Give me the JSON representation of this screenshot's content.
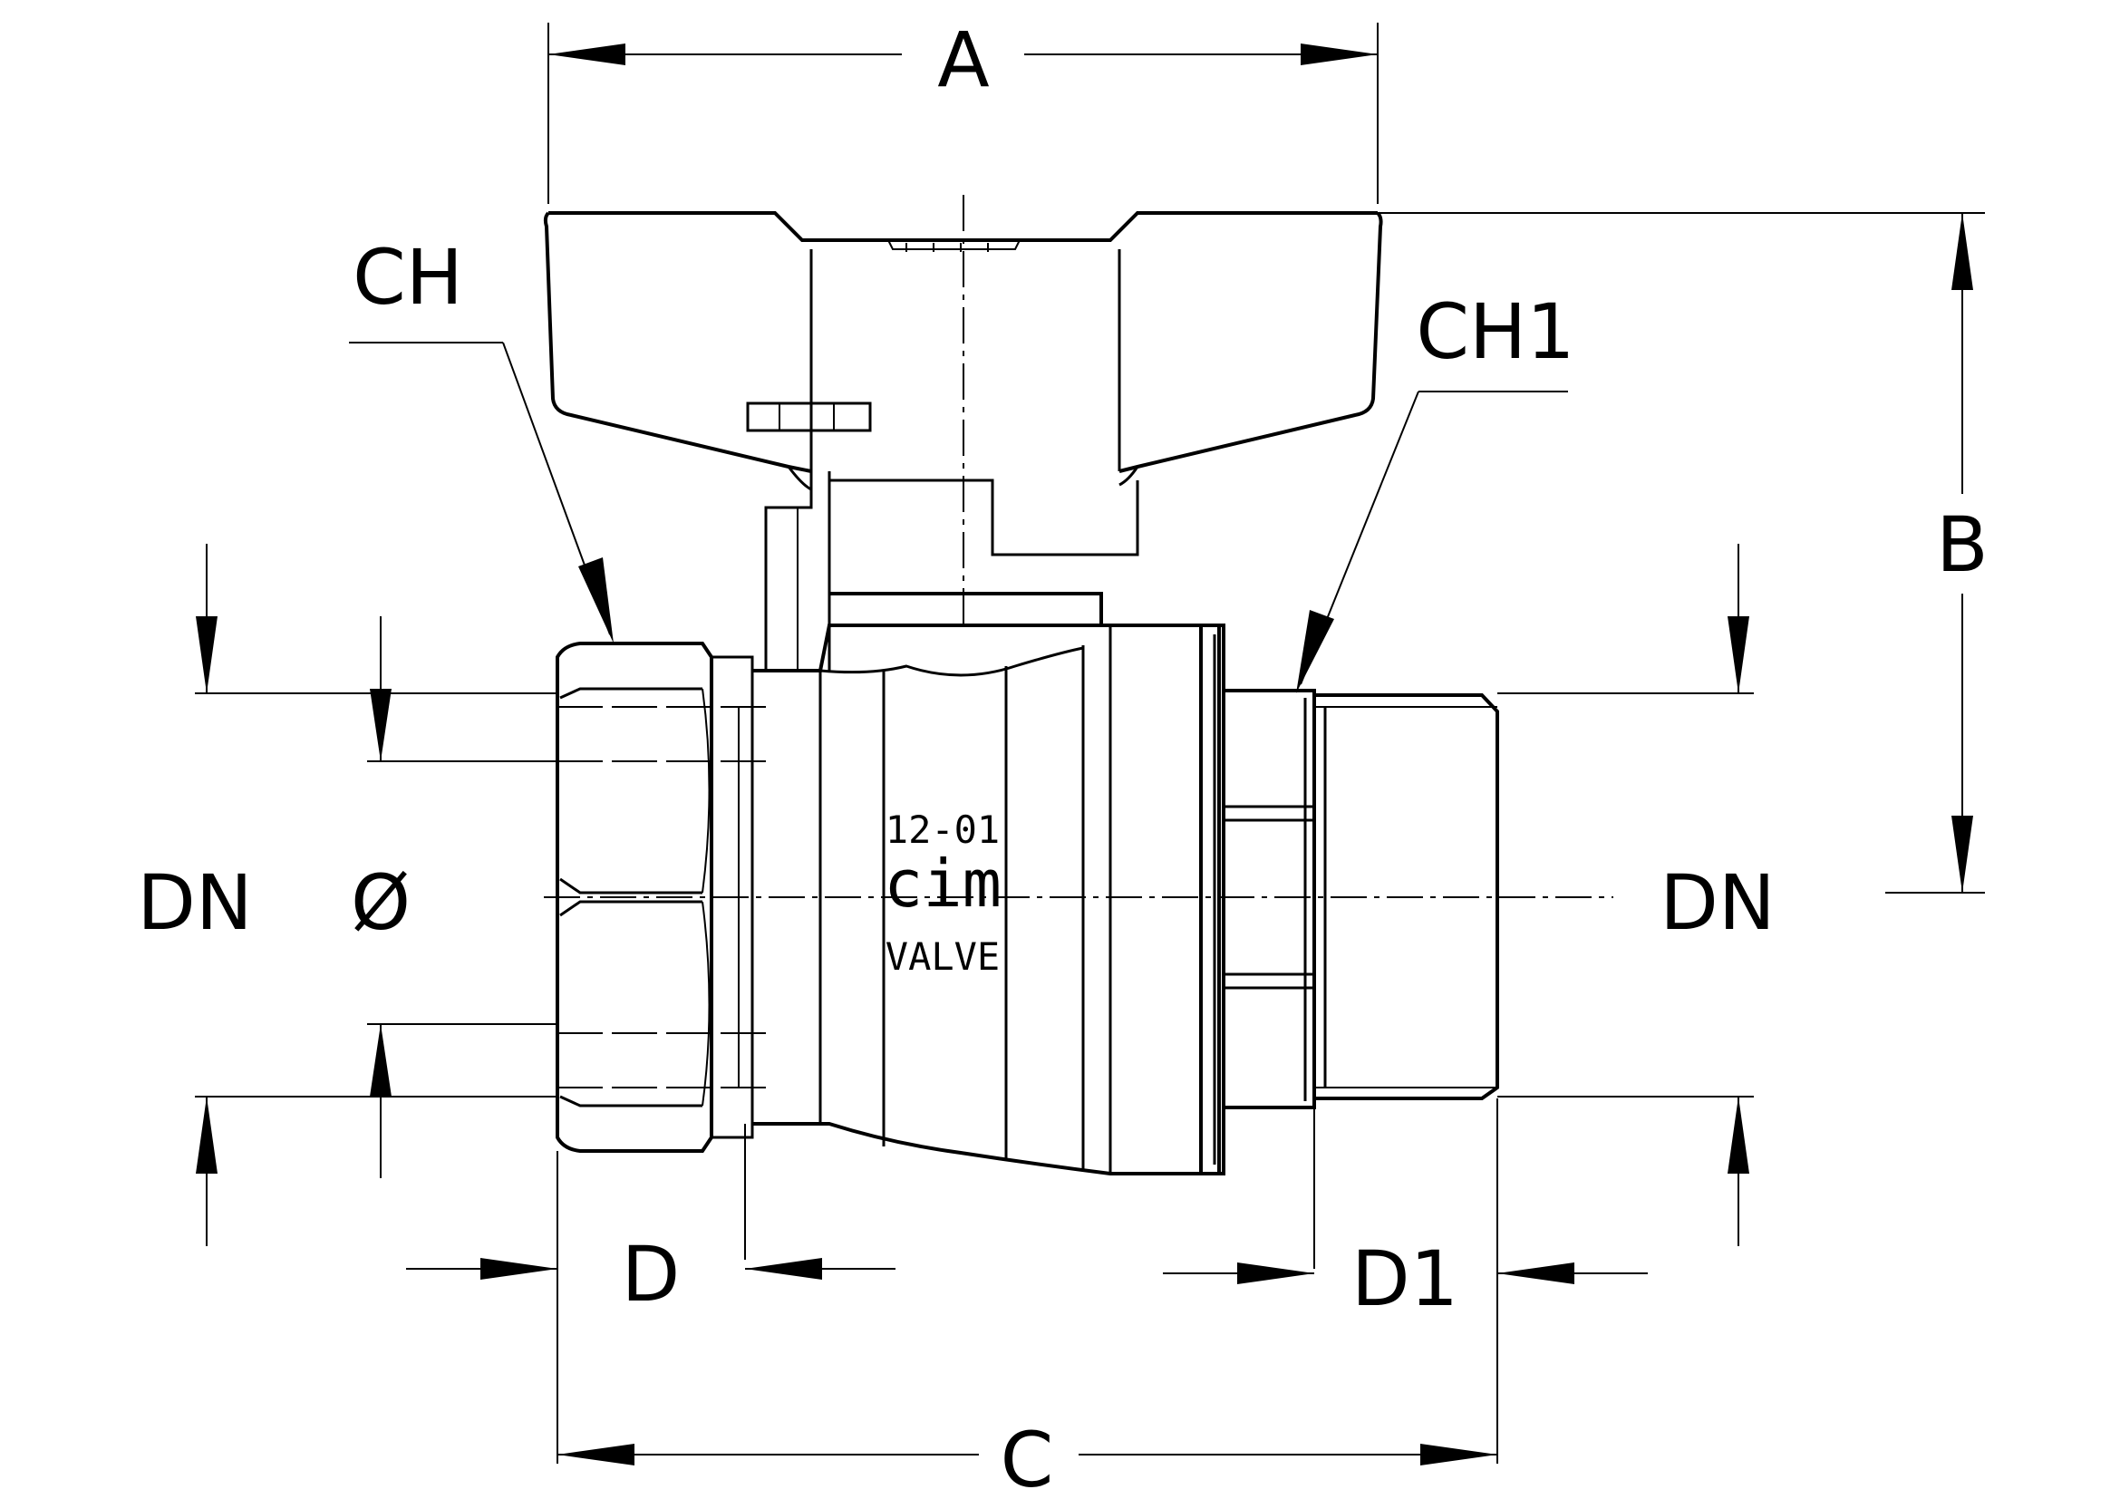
{
  "drawing": {
    "dimensions": {
      "A": "A",
      "B": "B",
      "C": "C",
      "D": "D",
      "D1": "D1",
      "CH": "CH",
      "CH1": "CH1",
      "DN_left": "DN",
      "DN_right": "DN",
      "diameter": "Ø"
    },
    "body_marking": {
      "code": "12-01",
      "brand": "cim",
      "type": "VALVE"
    }
  }
}
